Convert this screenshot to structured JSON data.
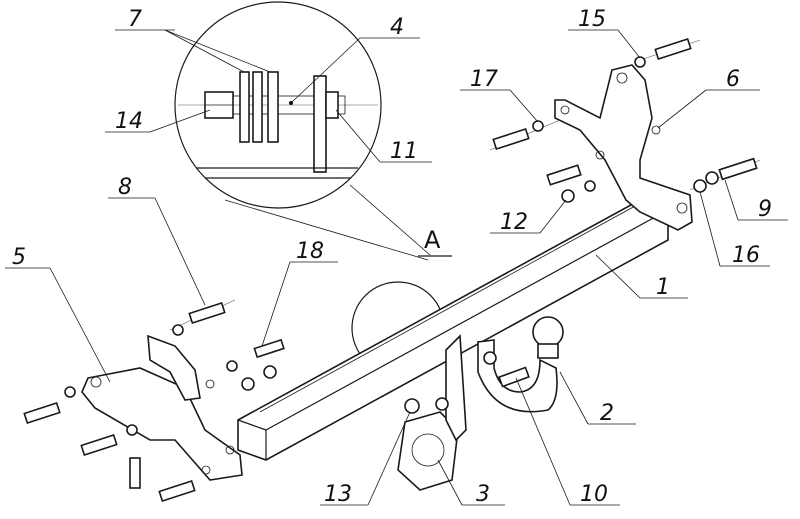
{
  "detail_label": "A",
  "callouts": [
    {
      "id": "c1",
      "text": "1"
    },
    {
      "id": "c2",
      "text": "2"
    },
    {
      "id": "c3",
      "text": "3"
    },
    {
      "id": "c4",
      "text": "4"
    },
    {
      "id": "c5",
      "text": "5"
    },
    {
      "id": "c6",
      "text": "6"
    },
    {
      "id": "c7",
      "text": "7"
    },
    {
      "id": "c8",
      "text": "8"
    },
    {
      "id": "c9",
      "text": "9"
    },
    {
      "id": "c10",
      "text": "10"
    },
    {
      "id": "c11",
      "text": "11"
    },
    {
      "id": "c12",
      "text": "12"
    },
    {
      "id": "c13",
      "text": "13"
    },
    {
      "id": "c14",
      "text": "14"
    },
    {
      "id": "c15",
      "text": "15"
    },
    {
      "id": "c16",
      "text": "16"
    },
    {
      "id": "c17",
      "text": "17"
    },
    {
      "id": "c18",
      "text": "18"
    }
  ]
}
